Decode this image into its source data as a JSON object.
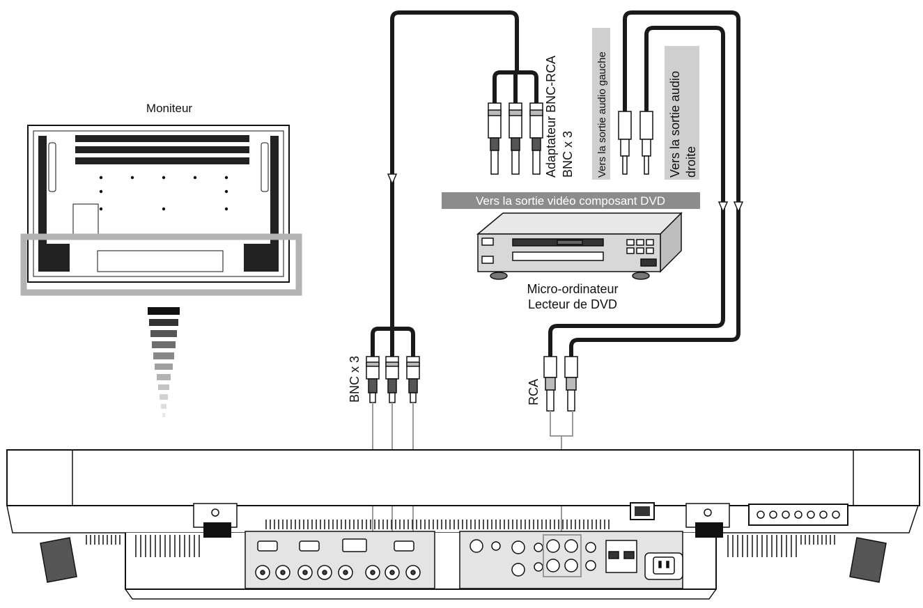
{
  "labels": {
    "monitor": "Moniteur",
    "bnc_rca_adapter": "Adaptateur BNC-RCA",
    "bnc_x3_top": "BNC x 3",
    "audio_left": "Vers la sortie audio gauche",
    "audio_right_line1": "Vers la sortie audio",
    "audio_right_line2": "droite",
    "video_out": "Vers la sortie vidéo composant DVD",
    "device_line1": "Micro-ordinateur",
    "device_line2": "Lecteur de DVD",
    "bnc_x3_bottom": "BNC x 3",
    "rca": "RCA"
  },
  "colors": {
    "cable": "#1a1a1a",
    "thin_wire": "#9a9a9a",
    "highlight_frame": "#b3b3b3",
    "label_box": "#8c8c8c",
    "label_box_light": "#cfcfcf"
  }
}
